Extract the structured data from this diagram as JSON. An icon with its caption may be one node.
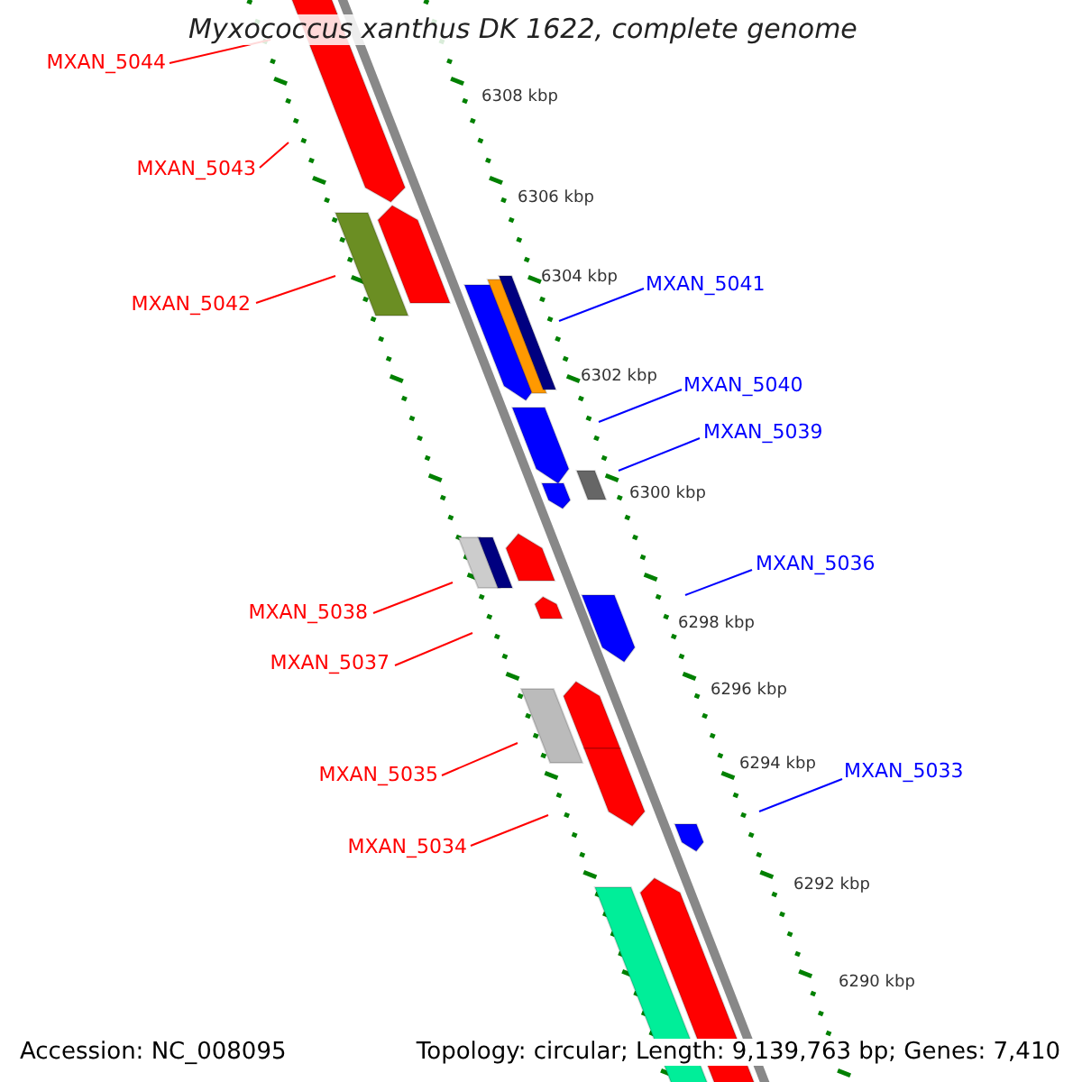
{
  "diagram": {
    "title": "Myxococcus xanthus DK 1622, complete genome",
    "nodes": [
      {
        "text": [
          "MXAN_5044"
        ]
      },
      {
        "text": [
          "MXAN_5043"
        ]
      },
      {
        "text": [
          "MXAN_5042"
        ]
      },
      {
        "text": [
          "MXAN_5041"
        ]
      },
      {
        "text": [
          "MXAN_5040"
        ]
      },
      {
        "text": [
          "MXAN_5039"
        ]
      },
      {
        "text": [
          "MXAN_5036"
        ]
      },
      {
        "text": [
          "MXAN_5038"
        ]
      },
      {
        "text": [
          "MXAN_5037"
        ]
      },
      {
        "text": [
          "MXAN_5035"
        ]
      },
      {
        "text": [
          "MXAN_5034"
        ]
      },
      {
        "text": [
          "MXAN_5033"
        ]
      }
    ],
    "edges": [
      {
        "from": 0,
        "to": null,
        "arrow": "none",
        "color": "#ff0000"
      },
      {
        "from": 1,
        "to": null,
        "arrow": "none",
        "color": "#ff0000"
      },
      {
        "from": 2,
        "to": null,
        "arrow": "none",
        "color": "#ff0000"
      },
      {
        "from": 3,
        "to": null,
        "arrow": "none",
        "color": "#0000ff"
      },
      {
        "from": 4,
        "to": null,
        "arrow": "none",
        "color": "#0000ff"
      },
      {
        "from": 5,
        "to": null,
        "arrow": "none",
        "color": "#0000ff"
      },
      {
        "from": 6,
        "to": null,
        "arrow": "none",
        "color": "#0000ff"
      },
      {
        "from": 7,
        "to": null,
        "arrow": "none",
        "color": "#ff0000"
      },
      {
        "from": 8,
        "to": null,
        "arrow": "none",
        "color": "#ff0000"
      },
      {
        "from": 9,
        "to": null,
        "arrow": "none",
        "color": "#ff0000"
      },
      {
        "from": 10,
        "to": null,
        "arrow": "none",
        "color": "#ff0000"
      },
      {
        "from": 11,
        "to": null,
        "arrow": "none",
        "color": "#0000ff"
      }
    ],
    "labels": [
      "6308 kbp",
      "6306 kbp",
      "6304 kbp",
      "6302 kbp",
      "6300 kbp",
      "6298 kbp",
      "6296 kbp",
      "6294 kbp",
      "6292 kbp",
      "6290 kbp",
      "Accession: NC_008095",
      "Topology: circular; Length: 9,139,763 bp; Genes: 7,410"
    ]
  }
}
